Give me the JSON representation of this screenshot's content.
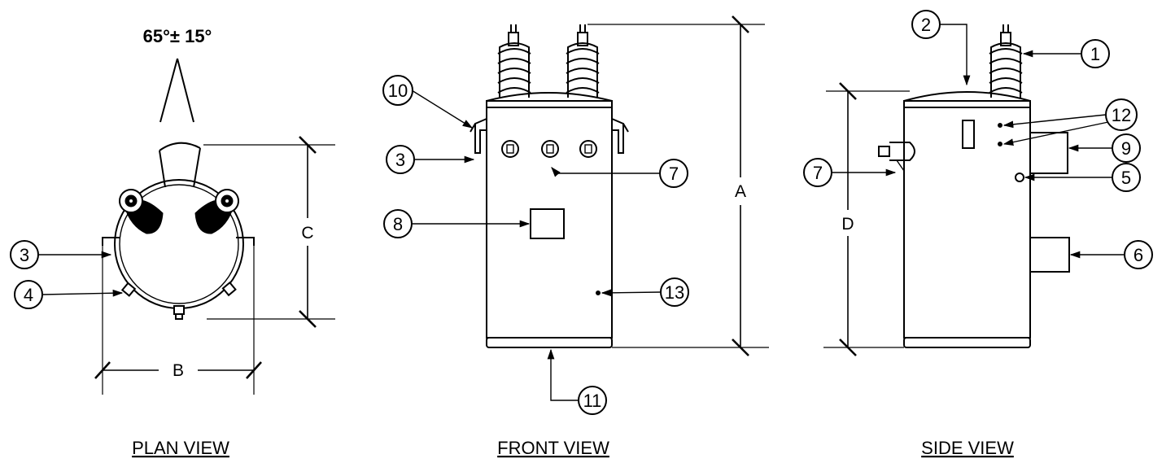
{
  "views": {
    "plan": {
      "title": "PLAN VIEW",
      "angle_label": "65°± 15°",
      "dim_b": "B",
      "dim_c": "C"
    },
    "front": {
      "title": "FRONT VIEW",
      "dim_a": "A"
    },
    "side": {
      "title": "SIDE VIEW",
      "dim_d": "D"
    }
  },
  "callouts": {
    "plan": [
      "3",
      "4"
    ],
    "front": [
      "10",
      "3",
      "7",
      "8",
      "13",
      "11"
    ],
    "side": [
      "2",
      "1",
      "12",
      "9",
      "7",
      "5",
      "6"
    ]
  }
}
